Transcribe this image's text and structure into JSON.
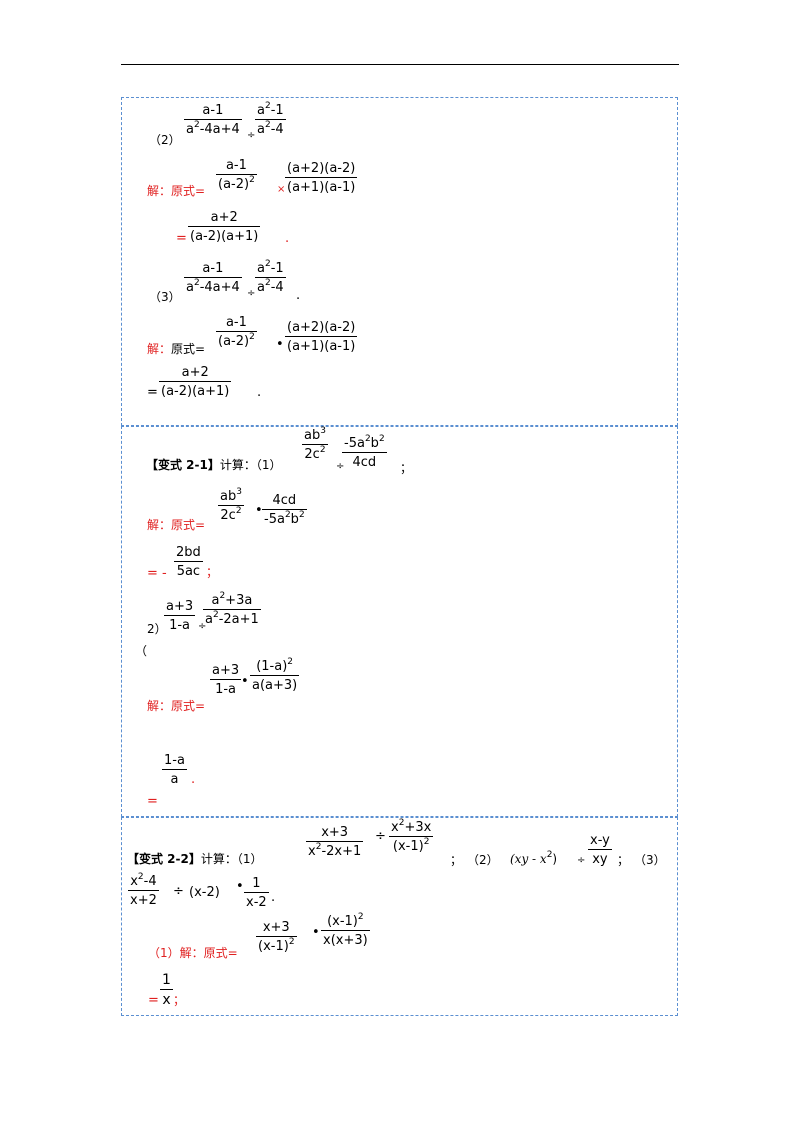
{
  "box1": {
    "p2_label": "（2）",
    "p2_frac1_num": "a-1",
    "p2_frac2_num_base": "a",
    "p2_frac2_num_exp": "2",
    "p2_frac2_num_rest": "-1",
    "p2_div": "÷",
    "sol_label": "解：原式=",
    "s1_frac1_num": "a-1",
    "s1_frac1_den": "(a-2)",
    "s1_frac1_den_exp": "2",
    "s1_times": "×",
    "s1_frac2_num": "(a+2)(a-2)",
    "s1_frac2_den": "(a+1)(a-1)",
    "res_eq": "=",
    "res_num": "a+2",
    "res_den": "(a-2)(a+1)",
    "res_end": ".",
    "p3_label": "（3）",
    "p3_end": ".",
    "sol3_label": "解：原式=",
    "dot": "•"
  },
  "box2": {
    "title": "【变式 2-1】",
    "title_rest": "计算：（1）",
    "q1_num": "ab",
    "q1_num_exp": "3",
    "q1_den": "2c",
    "q1_den_exp": "2",
    "q1_div": "÷",
    "q1_f2_num_a": "-5a",
    "q1_f2_num_exp1": "2",
    "q1_f2_num_b": "b",
    "q1_f2_num_exp2": "2",
    "q1_f2_den": "4cd",
    "q1_end": "；",
    "sol_label": "解：原式=",
    "s_f2_num": "4cd",
    "ans_prefix": "= -",
    "ans_num": "2bd",
    "ans_den": "5ac",
    "ans_end": "；",
    "q2_label": "2）",
    "q2_paren": "（",
    "q2_f1_num": "a+3",
    "q2_f1_den": "1-a",
    "q2_f2_num_a": "a",
    "q2_f2_num_exp": "2",
    "q2_f2_num_b": "+3a",
    "q2_f2_den_a": "a",
    "q2_f2_den_exp": "2",
    "q2_f2_den_b": "-2a+1",
    "sol2_label": "解：原式=",
    "s2_f2_num": "(1-a)",
    "s2_f2_num_exp": "2",
    "s2_f2_den": "a(a+3)",
    "ans2_num": "1-a",
    "ans2_den": "a",
    "ans2_end": ".",
    "ans2_eq": "="
  },
  "box3": {
    "title": "【变式 2-2】",
    "title_rest": "计算：（1）",
    "q1_f1_num": "x+3",
    "q1_f1_den_a": "x",
    "q1_f1_den_exp": "2",
    "q1_f1_den_b": "-2x+1",
    "q1_div": "÷",
    "q1_f2_num_a": "x",
    "q1_f2_num_exp": "2",
    "q1_f2_num_b": "+3x",
    "q1_f2_den": "(x-1)",
    "q1_f2_den_exp": "2",
    "q1_end": "；",
    "q2_label": "（2）",
    "q2_expr_a": "(xy - x",
    "q2_expr_exp": "2",
    "q2_expr_b": ")",
    "q2_div": "÷",
    "q2_num": "x-y",
    "q2_den": "xy",
    "q2_end": "；",
    "q3_label": "（3）",
    "q3_f1_num_a": "x",
    "q3_f1_num_exp": "2",
    "q3_f1_num_b": "-4",
    "q3_f1_den": "x+2",
    "q3_div": "÷",
    "q3_mid": "(x-2)",
    "q3_f2_num": "1",
    "q3_f2_den": "x-2",
    "q3_end": ".",
    "sol_label": "（1）解：原式=",
    "ans_num": "1",
    "ans_den": "x",
    "ans_eq": "=",
    "ans_end": "；"
  }
}
